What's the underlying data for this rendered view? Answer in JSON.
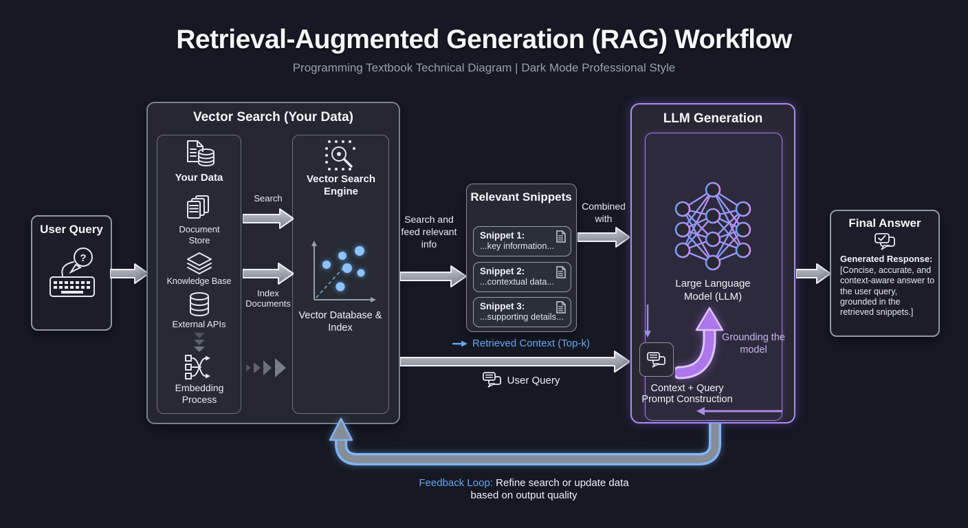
{
  "header": {
    "title": "Retrieval-Augmented Generation (RAG) Workflow",
    "subtitle": "Programming Textbook Technical Diagram | Dark Mode Professional Style"
  },
  "user_query_box": {
    "title": "User Query"
  },
  "vector_search": {
    "title": "Vector Search (Your Data)",
    "search_arrow_label": "Search",
    "index_arrow_label": "Index Documents",
    "sources": {
      "your_data": "Your Data",
      "document_store": "Document Store",
      "knowledge_base": "Knowledge Base",
      "external_apis": "External APIs",
      "embedding_process": "Embedding Process"
    },
    "engine": {
      "title": "Vector Search Engine",
      "database_label": "Vector Database & Index"
    }
  },
  "flow": {
    "feed_label": "Search and feed relevant info",
    "combined_label": "Combined with",
    "retrieved_context_label": "Retrieved Context (Top-k)",
    "user_query_label": "User Query"
  },
  "snippets": {
    "title": "Relevant Snippets",
    "items": [
      {
        "name": "Snippet 1:",
        "text": "...key information..."
      },
      {
        "name": "Snippet 2:",
        "text": "...contextual data..."
      },
      {
        "name": "Snippet 3:",
        "text": "...supporting details..."
      }
    ]
  },
  "llm": {
    "title": "LLM Generation",
    "model_label": "Large Language Model (LLM)",
    "grounding_label": "Grounding the model",
    "prompt_line1": "Context + Query",
    "prompt_line2": "Prompt Construction"
  },
  "final_answer": {
    "title": "Final Answer",
    "response_heading": "Generated Response:",
    "response_body": "[Concise, accurate, and context-aware answer to the user query, grounded in the retrieved snippets.]"
  },
  "feedback": {
    "label": "Feedback Loop:",
    "text": "Refine search or update data based on output quality"
  },
  "icons": {
    "question_mark": "?"
  },
  "colors": {
    "background": "#161923",
    "accent_blue": "#6aa5f2",
    "accent_purple": "#ab8ef0",
    "arrow_gray": "#9aa0a8",
    "dot_blue": "#8fc2f8"
  }
}
